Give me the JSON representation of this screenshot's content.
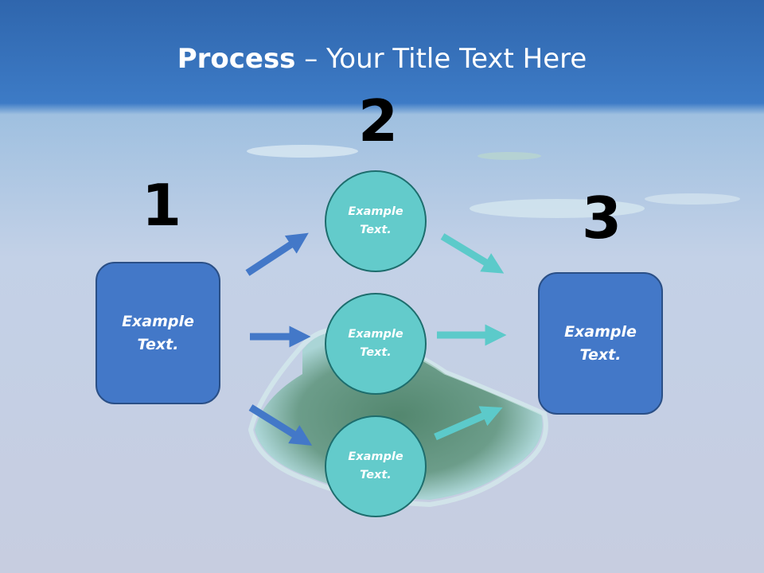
{
  "title": {
    "bold": "Process",
    "rest": " – Your Title Text Here"
  },
  "steps": [
    {
      "number": "1",
      "text": "Example\nText."
    },
    {
      "number": "2",
      "items": [
        "Example\nText.",
        "Example\nText.",
        "Example\nText."
      ]
    },
    {
      "number": "3",
      "text": "Example\nText."
    }
  ],
  "colors": {
    "box": "#4378c8",
    "circle": "#63cbcb",
    "arrow_in": "#4378c8",
    "arrow_out": "#5ccaca"
  }
}
